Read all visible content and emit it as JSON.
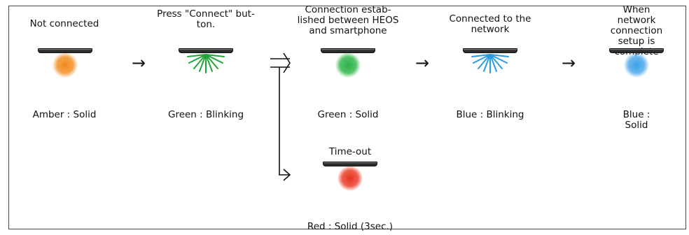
{
  "steps": [
    {
      "caption": "Not connected",
      "status": "Amber : Solid",
      "color": "#f08a1c",
      "mode": "solid"
    },
    {
      "caption": "Press \"Connect\" but-\nton.",
      "status": "Green : Blinking",
      "color": "#21a33a",
      "mode": "blinking"
    },
    {
      "caption": "Connection estab-\nlished between HEOS\nand smartphone",
      "status": "Green : Solid",
      "color": "#2db04a",
      "mode": "solid"
    },
    {
      "caption": "Connected to the\nnetwork",
      "status": "Blue : Blinking",
      "color": "#2a9be6",
      "mode": "blinking"
    },
    {
      "caption": "When network\nconnection setup is\ncomplete",
      "status": "Blue : Solid",
      "color": "#3aa0ea",
      "mode": "solid"
    }
  ],
  "timeout": {
    "caption": "Time-out",
    "status": "Red : Solid (3sec.)",
    "color": "#e53422",
    "mode": "solid"
  },
  "arrow_glyph": "→"
}
